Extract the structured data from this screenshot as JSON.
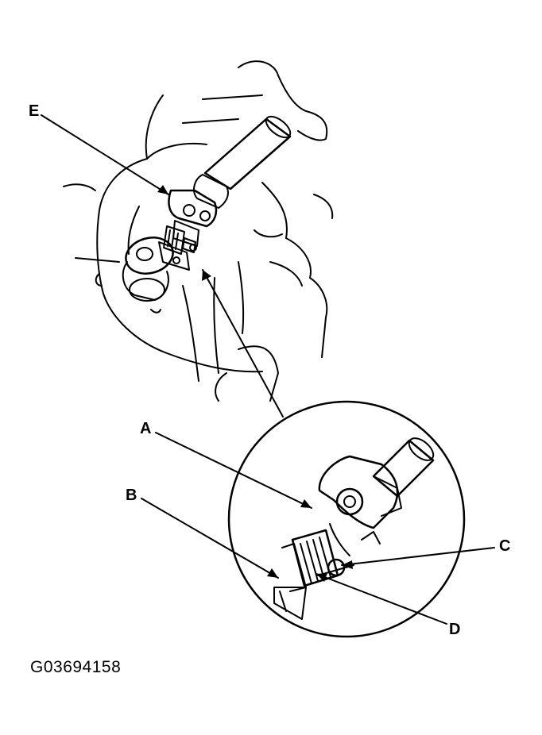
{
  "figure_id": "G03694158",
  "callouts": {
    "a": "A",
    "b": "B",
    "c": "C",
    "d": "D",
    "e": "E"
  },
  "colors": {
    "ink": "#000000",
    "paper": "#ffffff"
  }
}
